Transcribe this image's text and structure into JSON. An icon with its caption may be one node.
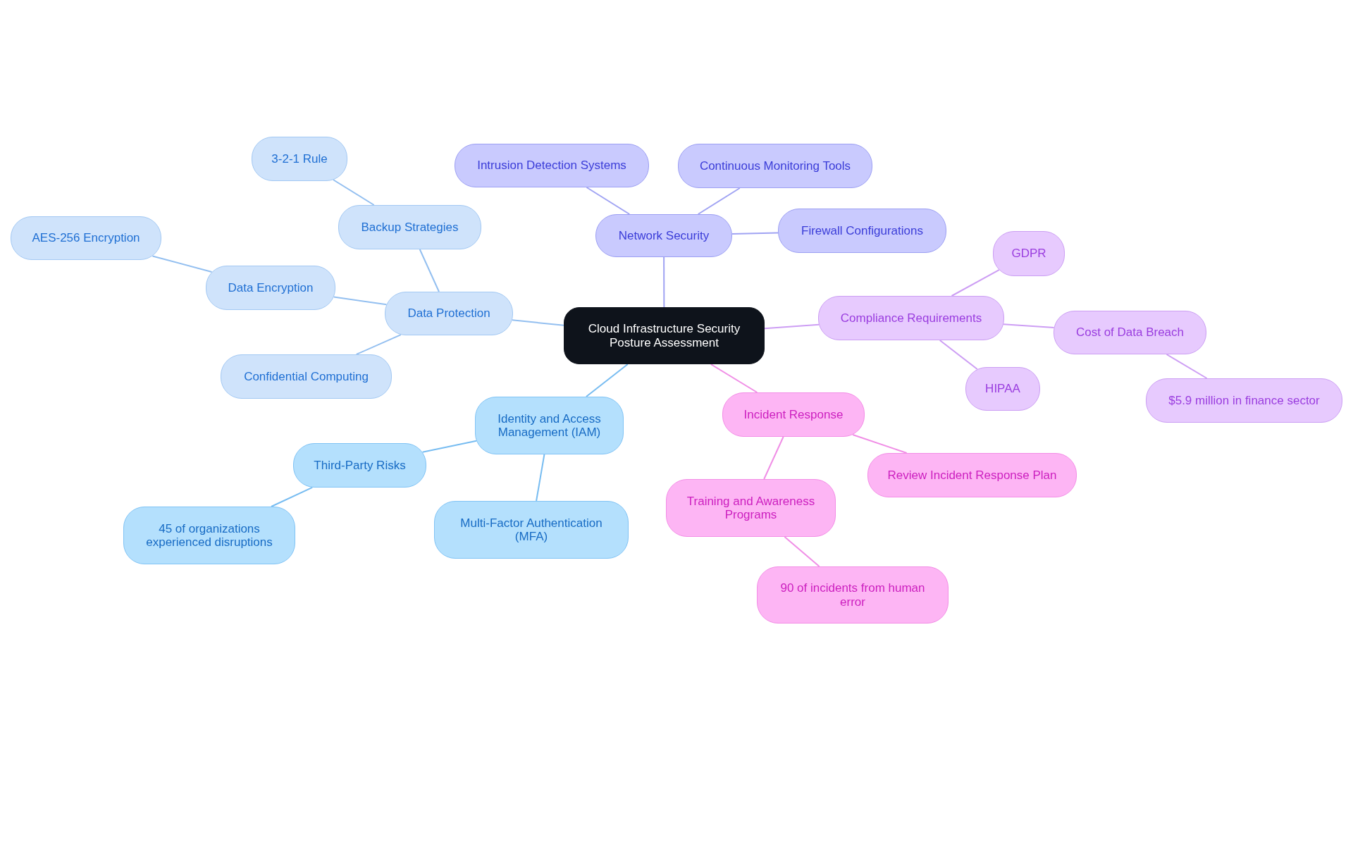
{
  "diagram": {
    "nodes": [
      {
        "text": [
          "Cloud Infrastructure Security Posture Assessment"
        ]
      },
      {
        "text": [
          "Network Security"
        ]
      },
      {
        "text": [
          "Intrusion Detection Systems"
        ]
      },
      {
        "text": [
          "Continuous Monitoring Tools"
        ]
      },
      {
        "text": [
          "Firewall Configurations"
        ]
      },
      {
        "text": [
          "Data Protection"
        ]
      },
      {
        "text": [
          "Backup Strategies"
        ]
      },
      {
        "text": [
          "3-2-1 Rule"
        ]
      },
      {
        "text": [
          "Data Encryption"
        ]
      },
      {
        "text": [
          "AES-256 Encryption"
        ]
      },
      {
        "text": [
          "Confidential Computing"
        ]
      },
      {
        "text": [
          "Compliance Requirements"
        ]
      },
      {
        "text": [
          "GDPR"
        ]
      },
      {
        "text": [
          "Cost of Data Breach"
        ]
      },
      {
        "text": [
          "$5.9 million in finance sector"
        ]
      },
      {
        "text": [
          "HIPAA"
        ]
      },
      {
        "text": [
          "Identity and Access Management (IAM)"
        ]
      },
      {
        "text": [
          "Third-Party Risks"
        ]
      },
      {
        "text": [
          "45 of organizations experienced disruptions"
        ]
      },
      {
        "text": [
          "Multi-Factor Authentication (MFA)"
        ]
      },
      {
        "text": [
          "Incident Response"
        ]
      },
      {
        "text": [
          "Review Incident Response Plan"
        ]
      },
      {
        "text": [
          "Training and Awareness Programs"
        ]
      },
      {
        "text": [
          "90 of incidents from human error"
        ]
      }
    ],
    "edges": [
      {
        "from": 0,
        "to": 1,
        "arrow": "none",
        "color": "#a0a3f3"
      },
      {
        "from": 1,
        "to": 2,
        "arrow": "none",
        "color": "#a0a3f3"
      },
      {
        "from": 1,
        "to": 3,
        "arrow": "none",
        "color": "#a0a3f3"
      },
      {
        "from": 1,
        "to": 4,
        "arrow": "none",
        "color": "#a0a3f3"
      },
      {
        "from": 0,
        "to": 5,
        "arrow": "none"
      },
      {
        "from": 5,
        "to": 6,
        "arrow": "none"
      },
      {
        "from": 6,
        "to": 7,
        "arrow": "none"
      },
      {
        "from": 5,
        "to": 8,
        "arrow": "none"
      },
      {
        "from": 8,
        "to": 9,
        "arrow": "none"
      },
      {
        "from": 5,
        "to": 10,
        "arrow": "none"
      },
      {
        "from": 0,
        "to": 11,
        "arrow": "none",
        "color": "#cd9ef4"
      },
      {
        "from": 11,
        "to": 12,
        "arrow": "none",
        "color": "#cd9ef4"
      },
      {
        "from": 11,
        "to": 13,
        "arrow": "none",
        "color": "#cd9ef4"
      },
      {
        "from": 13,
        "to": 14,
        "arrow": "none",
        "color": "#cd9ef4"
      },
      {
        "from": 11,
        "to": 15,
        "arrow": "none",
        "color": "#cd9ef4"
      },
      {
        "from": 0,
        "to": 16,
        "arrow": "none",
        "color": "#77bcf1"
      },
      {
        "from": 16,
        "to": 17,
        "arrow": "none",
        "color": "#77bcf1"
      },
      {
        "from": 17,
        "to": 18,
        "arrow": "none",
        "color": "#77bcf1"
      },
      {
        "from": 16,
        "to": 19,
        "arrow": "none",
        "color": "#77bcf1"
      },
      {
        "from": 0,
        "to": 20,
        "arrow": "none",
        "color": "#f08ee6"
      },
      {
        "from": 20,
        "to": 21,
        "arrow": "none",
        "color": "#f08ee6"
      },
      {
        "from": 20,
        "to": 22,
        "arrow": "none",
        "color": "#f08ee6"
      },
      {
        "from": 22,
        "to": 23,
        "arrow": "none",
        "color": "#f08ee6"
      }
    ]
  }
}
